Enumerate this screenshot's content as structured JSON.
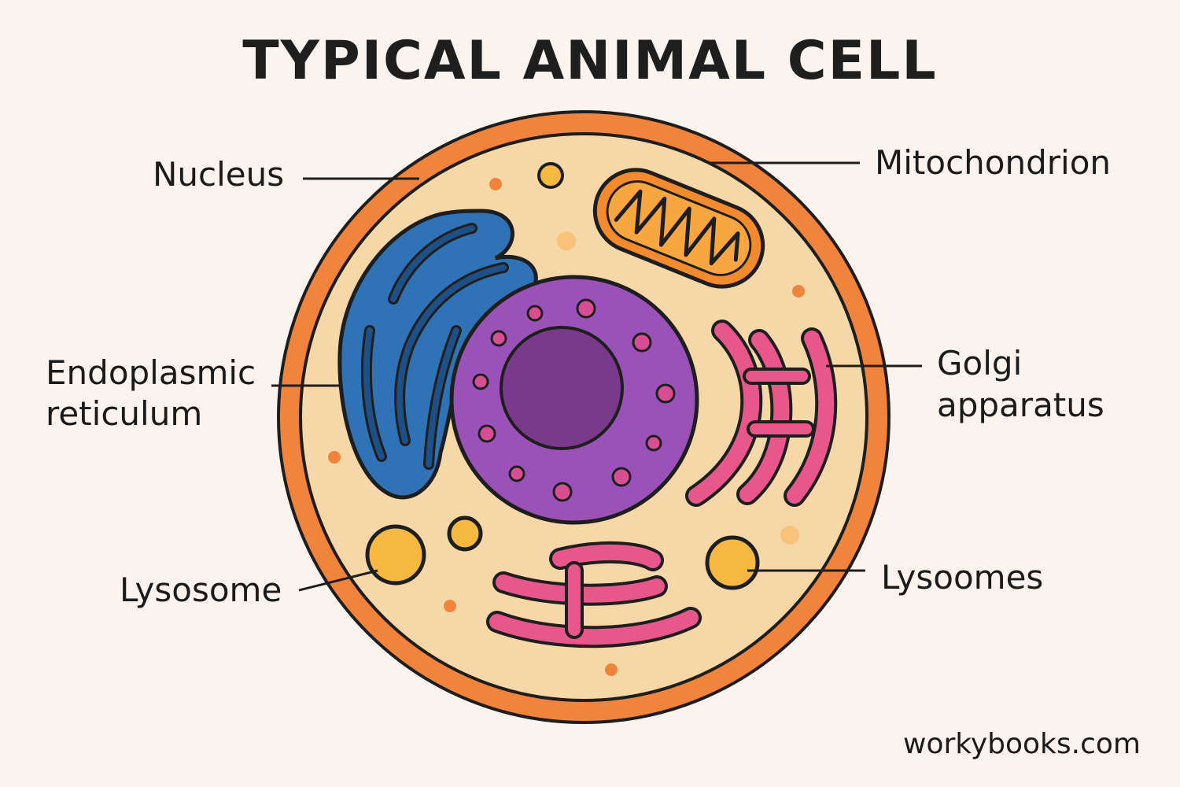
{
  "title": "TYPICAL ANIMAL CELL",
  "labels": {
    "nucleus": "Nucleus",
    "mitochondrion": "Mitochondrion",
    "er_line1": "Endoplasmic",
    "er_line2": "reticulum",
    "golgi_line1": "Golgi",
    "golgi_line2": "apparatus",
    "lysosome": "Lysosome",
    "lysoomes": "Lysoomes"
  },
  "watermark": "workybooks.com",
  "colors": {
    "background": "#fbf4ee",
    "membrane": "#f0843c",
    "cytoplasm": "#f6d8a8",
    "nucleus": "#9b52b8",
    "nucleolus": "#7a3a8c",
    "er": "#2f73b6",
    "er_lumen": "#1e4f85",
    "golgi": "#e8578a",
    "mitochondrion": "#f48a2e",
    "lysosome": "#f6b840",
    "outline": "#1e1e1e"
  }
}
